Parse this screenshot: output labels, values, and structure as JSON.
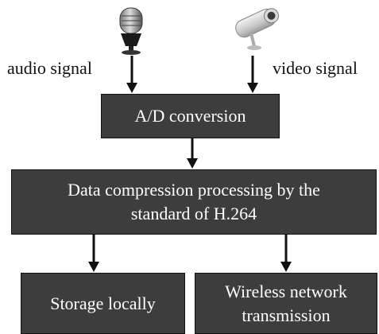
{
  "diagram": {
    "inputs": {
      "audio_label": "audio signal",
      "video_label": "video signal",
      "audio_icon": "microphone-icon",
      "video_icon": "camera-icon"
    },
    "nodes": {
      "ad_conversion": "A/D conversion",
      "compression_line1": "Data compression processing by the",
      "compression_line2": "standard of H.264",
      "storage": "Storage locally",
      "wireless_line1": "Wireless network",
      "wireless_line2": "transmission"
    },
    "edges": [
      [
        "audio signal",
        "A/D conversion"
      ],
      [
        "video signal",
        "A/D conversion"
      ],
      [
        "A/D conversion",
        "Data compression processing by the standard of H.264"
      ],
      [
        "Data compression processing by the standard of H.264",
        "Storage locally"
      ],
      [
        "Data compression processing by the standard of H.264",
        "Wireless network transmission"
      ]
    ],
    "colors": {
      "box_fill": "#3d3d3d",
      "box_text": "#ffffff",
      "arrow": "#111111"
    }
  }
}
